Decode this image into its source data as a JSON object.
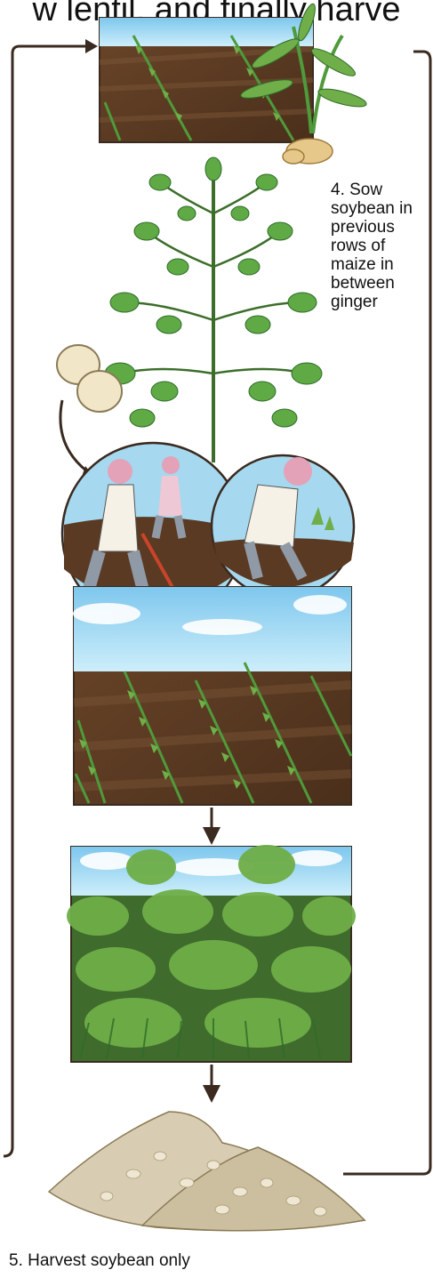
{
  "header": {
    "partial_text": "w lentil, and finally harve"
  },
  "steps": {
    "step4": "4. Sow soybean in previous rows of maize in between ginger",
    "step5": "5. Harvest soybean only"
  },
  "colors": {
    "soil": "#5a3a22",
    "soil_light": "#7a5536",
    "sky": "#a9dcf2",
    "leaf": "#4f9a3a",
    "leaf_dark": "#2f6b2a",
    "arrow": "#3a2a20",
    "pile": "#d8cdb2"
  },
  "icons": {
    "header": "ginger-plant-icon",
    "plant": "soybean-plant-icon",
    "seeds": "soybean-seeds-icon",
    "pile": "soybean-pile-icon"
  }
}
